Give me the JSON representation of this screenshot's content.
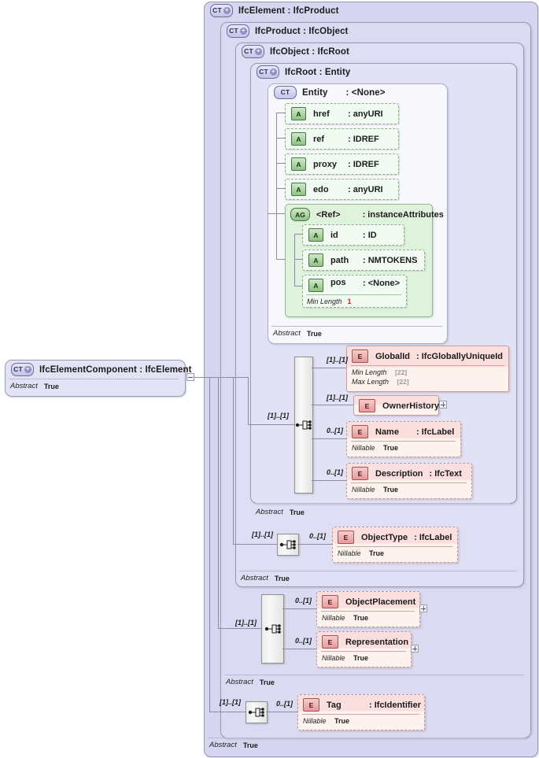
{
  "diagram": {
    "type": "xsd-schema-diagram",
    "root_label": "IfcElement : IfcProduct"
  },
  "containers": [
    {
      "id": "ifcelement",
      "icon": "CT+",
      "title": "IfcElement : IfcProduct",
      "abstract_key": "Abstract",
      "abstract_value": "True"
    },
    {
      "id": "ifcproduct",
      "icon": "CT+",
      "title": "IfcProduct : IfcObject",
      "abstract_key": "Abstract",
      "abstract_value": "True"
    },
    {
      "id": "ifcobject",
      "icon": "CT+",
      "title": "IfcObject : IfcRoot",
      "abstract_key": "Abstract",
      "abstract_value": "True"
    },
    {
      "id": "ifcroot",
      "icon": "CT+",
      "title": "IfcRoot   : Entity",
      "abstract_key": "Abstract",
      "abstract_value": "True"
    },
    {
      "id": "entity",
      "icon": "CT",
      "title_name": "Entity",
      "title_type": ": <None>",
      "abstract_key": "Abstract",
      "abstract_value": "True"
    }
  ],
  "left_node": {
    "icon": "CT+",
    "title": "IfcElementComponent : IfcElement",
    "abstract_key": "Abstract",
    "abstract_value": "True"
  },
  "attributes": [
    {
      "icon": "A",
      "name": "href",
      "type": ": anyURI"
    },
    {
      "icon": "A",
      "name": "ref",
      "type": ": IDREF"
    },
    {
      "icon": "A",
      "name": "proxy",
      "type": ": IDREF"
    },
    {
      "icon": "A",
      "name": "edo",
      "type": ": anyURI"
    }
  ],
  "attribute_group": {
    "icon": "AG",
    "ref_label": "<Ref>",
    "ref_type": ": instanceAttributes",
    "attributes": [
      {
        "icon": "A",
        "name": "id",
        "type": ": ID"
      },
      {
        "icon": "A",
        "name": "path",
        "type": ": NMTOKENS"
      },
      {
        "icon": "A",
        "name": "pos",
        "type": ": <None>"
      }
    ],
    "facet": {
      "key": "Min Length",
      "value": "1"
    }
  },
  "elements": {
    "globalid": {
      "icon": "E",
      "name": "GlobalId",
      "type": ": IfcGloballyUniqueId",
      "cardinality": "[1]..[1]",
      "facets": [
        {
          "key": "Min Length",
          "value": "[22]"
        },
        {
          "key": "Max Length",
          "value": "[22]"
        }
      ]
    },
    "ownerhistory": {
      "icon": "E",
      "name": "OwnerHistory",
      "type": "",
      "cardinality": "[1]..[1]",
      "expandable": "+"
    },
    "name": {
      "icon": "E",
      "name": "Name",
      "type": ": IfcLabel",
      "cardinality": "0..[1]",
      "facets": [
        {
          "key": "Nillable",
          "value": "True"
        }
      ]
    },
    "description": {
      "icon": "E",
      "name": "Description",
      "type": ": IfcText",
      "cardinality": "0..[1]",
      "facets": [
        {
          "key": "Nillable",
          "value": "True"
        }
      ]
    },
    "objecttype": {
      "icon": "E",
      "name": "ObjectType",
      "type": ": IfcLabel",
      "cardinality": "0..[1]",
      "seq_cardinality": "[1]..[1]",
      "facets": [
        {
          "key": "Nillable",
          "value": "True"
        }
      ]
    },
    "objectplacement": {
      "icon": "E",
      "name": "ObjectPlacement",
      "type": "",
      "cardinality": "0..[1]",
      "expandable": "+",
      "facets": [
        {
          "key": "Nillable",
          "value": "True"
        }
      ]
    },
    "representation": {
      "icon": "E",
      "name": "Representation",
      "type": "",
      "cardinality": "0..[1]",
      "expandable": "+",
      "facets": [
        {
          "key": "Nillable",
          "value": "True"
        }
      ]
    },
    "tag": {
      "icon": "E",
      "name": "Tag",
      "type": ": IfcIdentifier",
      "cardinality": "0..[1]",
      "seq_cardinality": "[1]..[1]",
      "facets": [
        {
          "key": "Nillable",
          "value": "True"
        }
      ]
    }
  },
  "sequences": [
    {
      "id": "seq-ifcroot",
      "cardinality": "[1]..[1]"
    },
    {
      "id": "seq-ifcobject",
      "cardinality": "[1]..[1]"
    },
    {
      "id": "seq-ifcproduct",
      "cardinality": "[1]..[1]"
    },
    {
      "id": "seq-ifcelement",
      "cardinality": "[1]..[1]"
    }
  ],
  "colors": {
    "complextype_fill": "#dcdcf3",
    "complextype_border": "#9a9ab5",
    "attribute_fill": "#f2fbf1",
    "attribute_icon": "#8fc482",
    "attributegroup_fill": "#dff2dc",
    "element_fill": "#fbdede",
    "element_icon": "#e79a9a",
    "connector_line": "#8b8ba6",
    "facet_red": "#cc2222"
  }
}
